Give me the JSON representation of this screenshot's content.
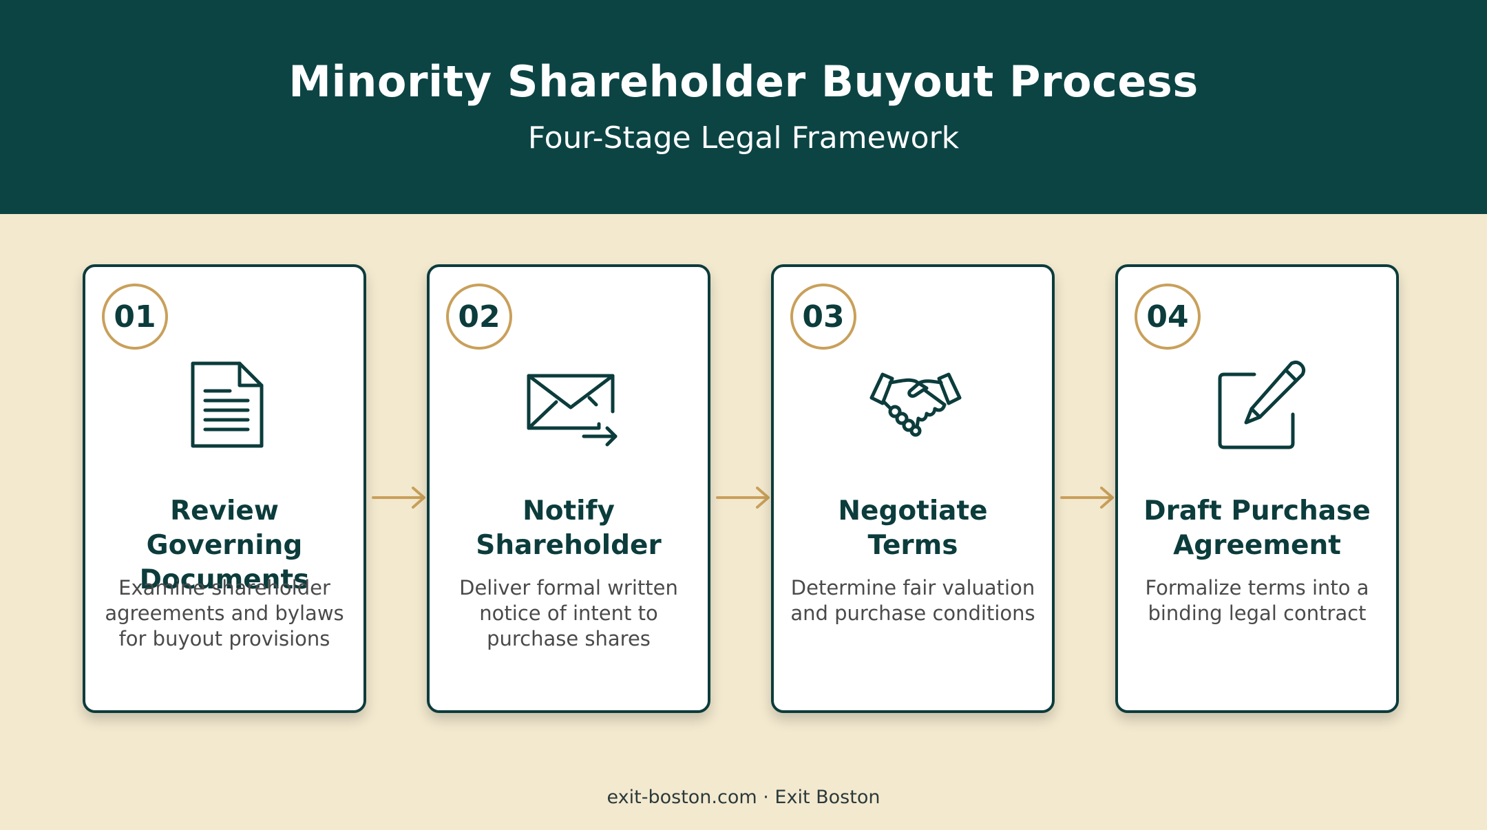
{
  "header": {
    "title": "Minority Shareholder Buyout Process",
    "subtitle": "Four-Stage Legal Framework"
  },
  "steps": [
    {
      "number": "01",
      "icon": "document-icon",
      "title_line1": "Review Governing",
      "title_line2": "Documents",
      "desc_line1": "Examine shareholder",
      "desc_line2": "agreements and bylaws",
      "desc_line3": "for buyout provisions"
    },
    {
      "number": "02",
      "icon": "envelope-send-icon",
      "title_line1": "Notify",
      "title_line2": "Shareholder",
      "desc_line1": "Deliver formal written",
      "desc_line2": "notice of intent to",
      "desc_line3": "purchase shares"
    },
    {
      "number": "03",
      "icon": "handshake-icon",
      "title_line1": "Negotiate",
      "title_line2": "Terms",
      "desc_line1": "Determine fair valuation",
      "desc_line2": "and purchase conditions",
      "desc_line3": ""
    },
    {
      "number": "04",
      "icon": "sign-document-icon",
      "title_line1": "Draft Purchase",
      "title_line2": "Agreement",
      "desc_line1": "Formalize terms into a",
      "desc_line2": "binding legal contract",
      "desc_line3": ""
    }
  ],
  "footer": {
    "text": "exit-boston.com · Exit Boston"
  },
  "colors": {
    "header_bg": "#0c4444",
    "page_bg": "#f3e9cf",
    "accent_gold": "#c9a05a",
    "dark_teal": "#0c3c3c"
  }
}
